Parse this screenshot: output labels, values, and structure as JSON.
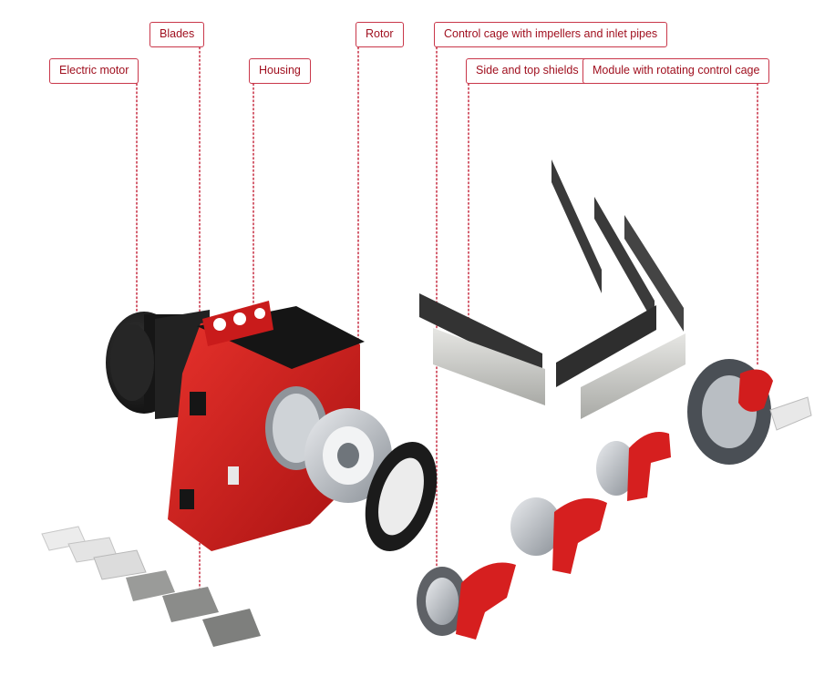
{
  "labels": {
    "electric_motor": "Electric motor",
    "blades": "Blades",
    "housing": "Housing",
    "rotor": "Rotor",
    "control_cage": "Control cage with impellers and inlet pipes",
    "side_top_shields": "Side and top shields",
    "module_rotating_cage": "Module with rotating control cage"
  },
  "colors": {
    "callout_border": "#c9374a",
    "callout_text": "#a0101f",
    "leader_line": "#c9374a",
    "housing_red": "#d81e1e",
    "motor_black": "#1a1a1a",
    "metal_grey": "#9aa0a6"
  }
}
